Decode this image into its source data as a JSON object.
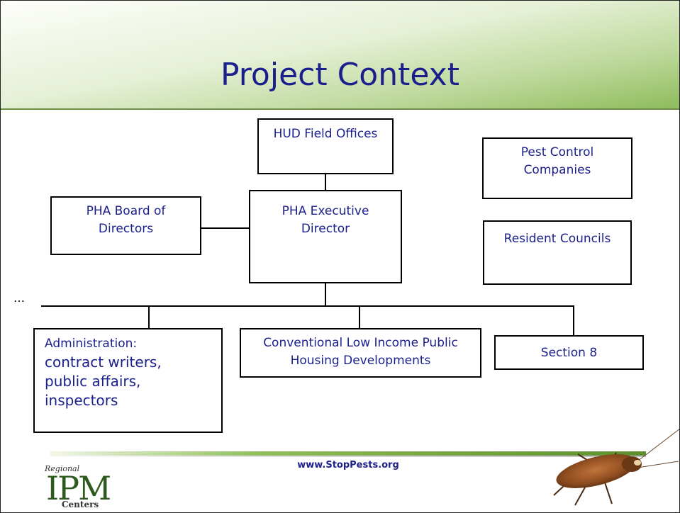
{
  "slide": {
    "title": "Project Context",
    "ellipsis": "…",
    "url": "www.StopPests.org"
  },
  "boxes": {
    "hud": "HUD Field Offices",
    "pest": "Pest Control\nCompanies",
    "board": "PHA Board of\nDirectors",
    "exec": "PHA Executive\nDirector",
    "resident": "Resident Councils",
    "admin_line1": "Administration:",
    "admin_rest": "contract writers,\npublic affairs,\ninspectors",
    "conventional": "Conventional Low Income Public\nHousing Developments",
    "section8": "Section 8"
  },
  "logo": {
    "small_text": "Regional",
    "main_text": "IPM",
    "sub_text": "Centers"
  },
  "colors": {
    "title_text": "#1b1f8c",
    "box_text": "#1b1f8c",
    "header_green": "#8ebc5c",
    "footer_green": "#5d8f2e"
  }
}
